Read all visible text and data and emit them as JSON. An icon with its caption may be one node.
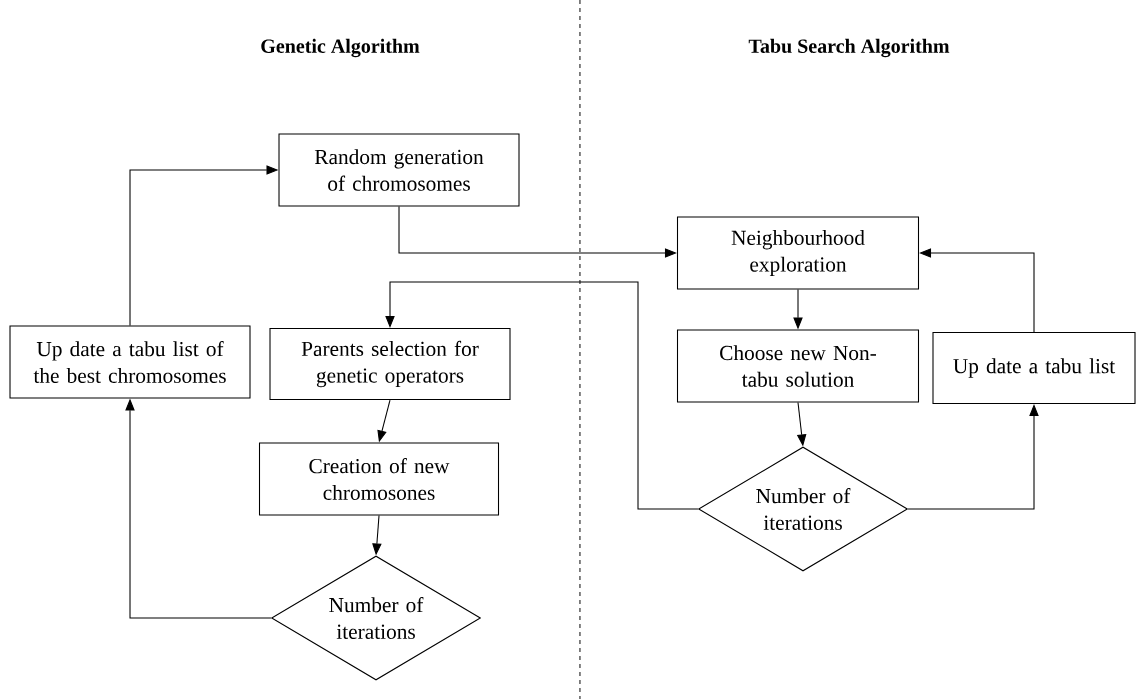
{
  "diagram": {
    "nodes": [
      {
        "text": [
          "Random generation of chromosomes"
        ]
      },
      {
        "text": [
          "Neighbourhood exploration"
        ]
      },
      {
        "text": [
          "Up date a tabu list of the best chromosomes"
        ]
      },
      {
        "text": [
          "Parents selection for genetic operators"
        ]
      },
      {
        "text": [
          "Choose new Non-tabu solution"
        ]
      },
      {
        "text": [
          "Up date a tabu list"
        ]
      },
      {
        "text": [
          "Creation of new chromosones"
        ]
      },
      {
        "text": [
          "Number of iterations"
        ]
      },
      {
        "text": [
          "Number of iterations"
        ]
      }
    ],
    "edges": [
      {
        "from": 0,
        "to": 1,
        "arrow": "to"
      },
      {
        "from": 1,
        "to": 4,
        "arrow": "to"
      },
      {
        "from": 4,
        "to": 7,
        "arrow": "to"
      },
      {
        "from": 7,
        "to": 3,
        "arrow": "to"
      },
      {
        "from": 7,
        "to": 5,
        "arrow": "to"
      },
      {
        "from": 5,
        "to": 1,
        "arrow": "to"
      },
      {
        "from": 3,
        "to": 6,
        "arrow": "to"
      },
      {
        "from": 6,
        "to": 8,
        "arrow": "to"
      },
      {
        "from": 8,
        "to": 2,
        "arrow": "to"
      },
      {
        "from": 2,
        "to": 0,
        "arrow": "to"
      }
    ],
    "labels": [
      "Genetic Algorithm",
      "Tabu Search Algorithm"
    ]
  }
}
